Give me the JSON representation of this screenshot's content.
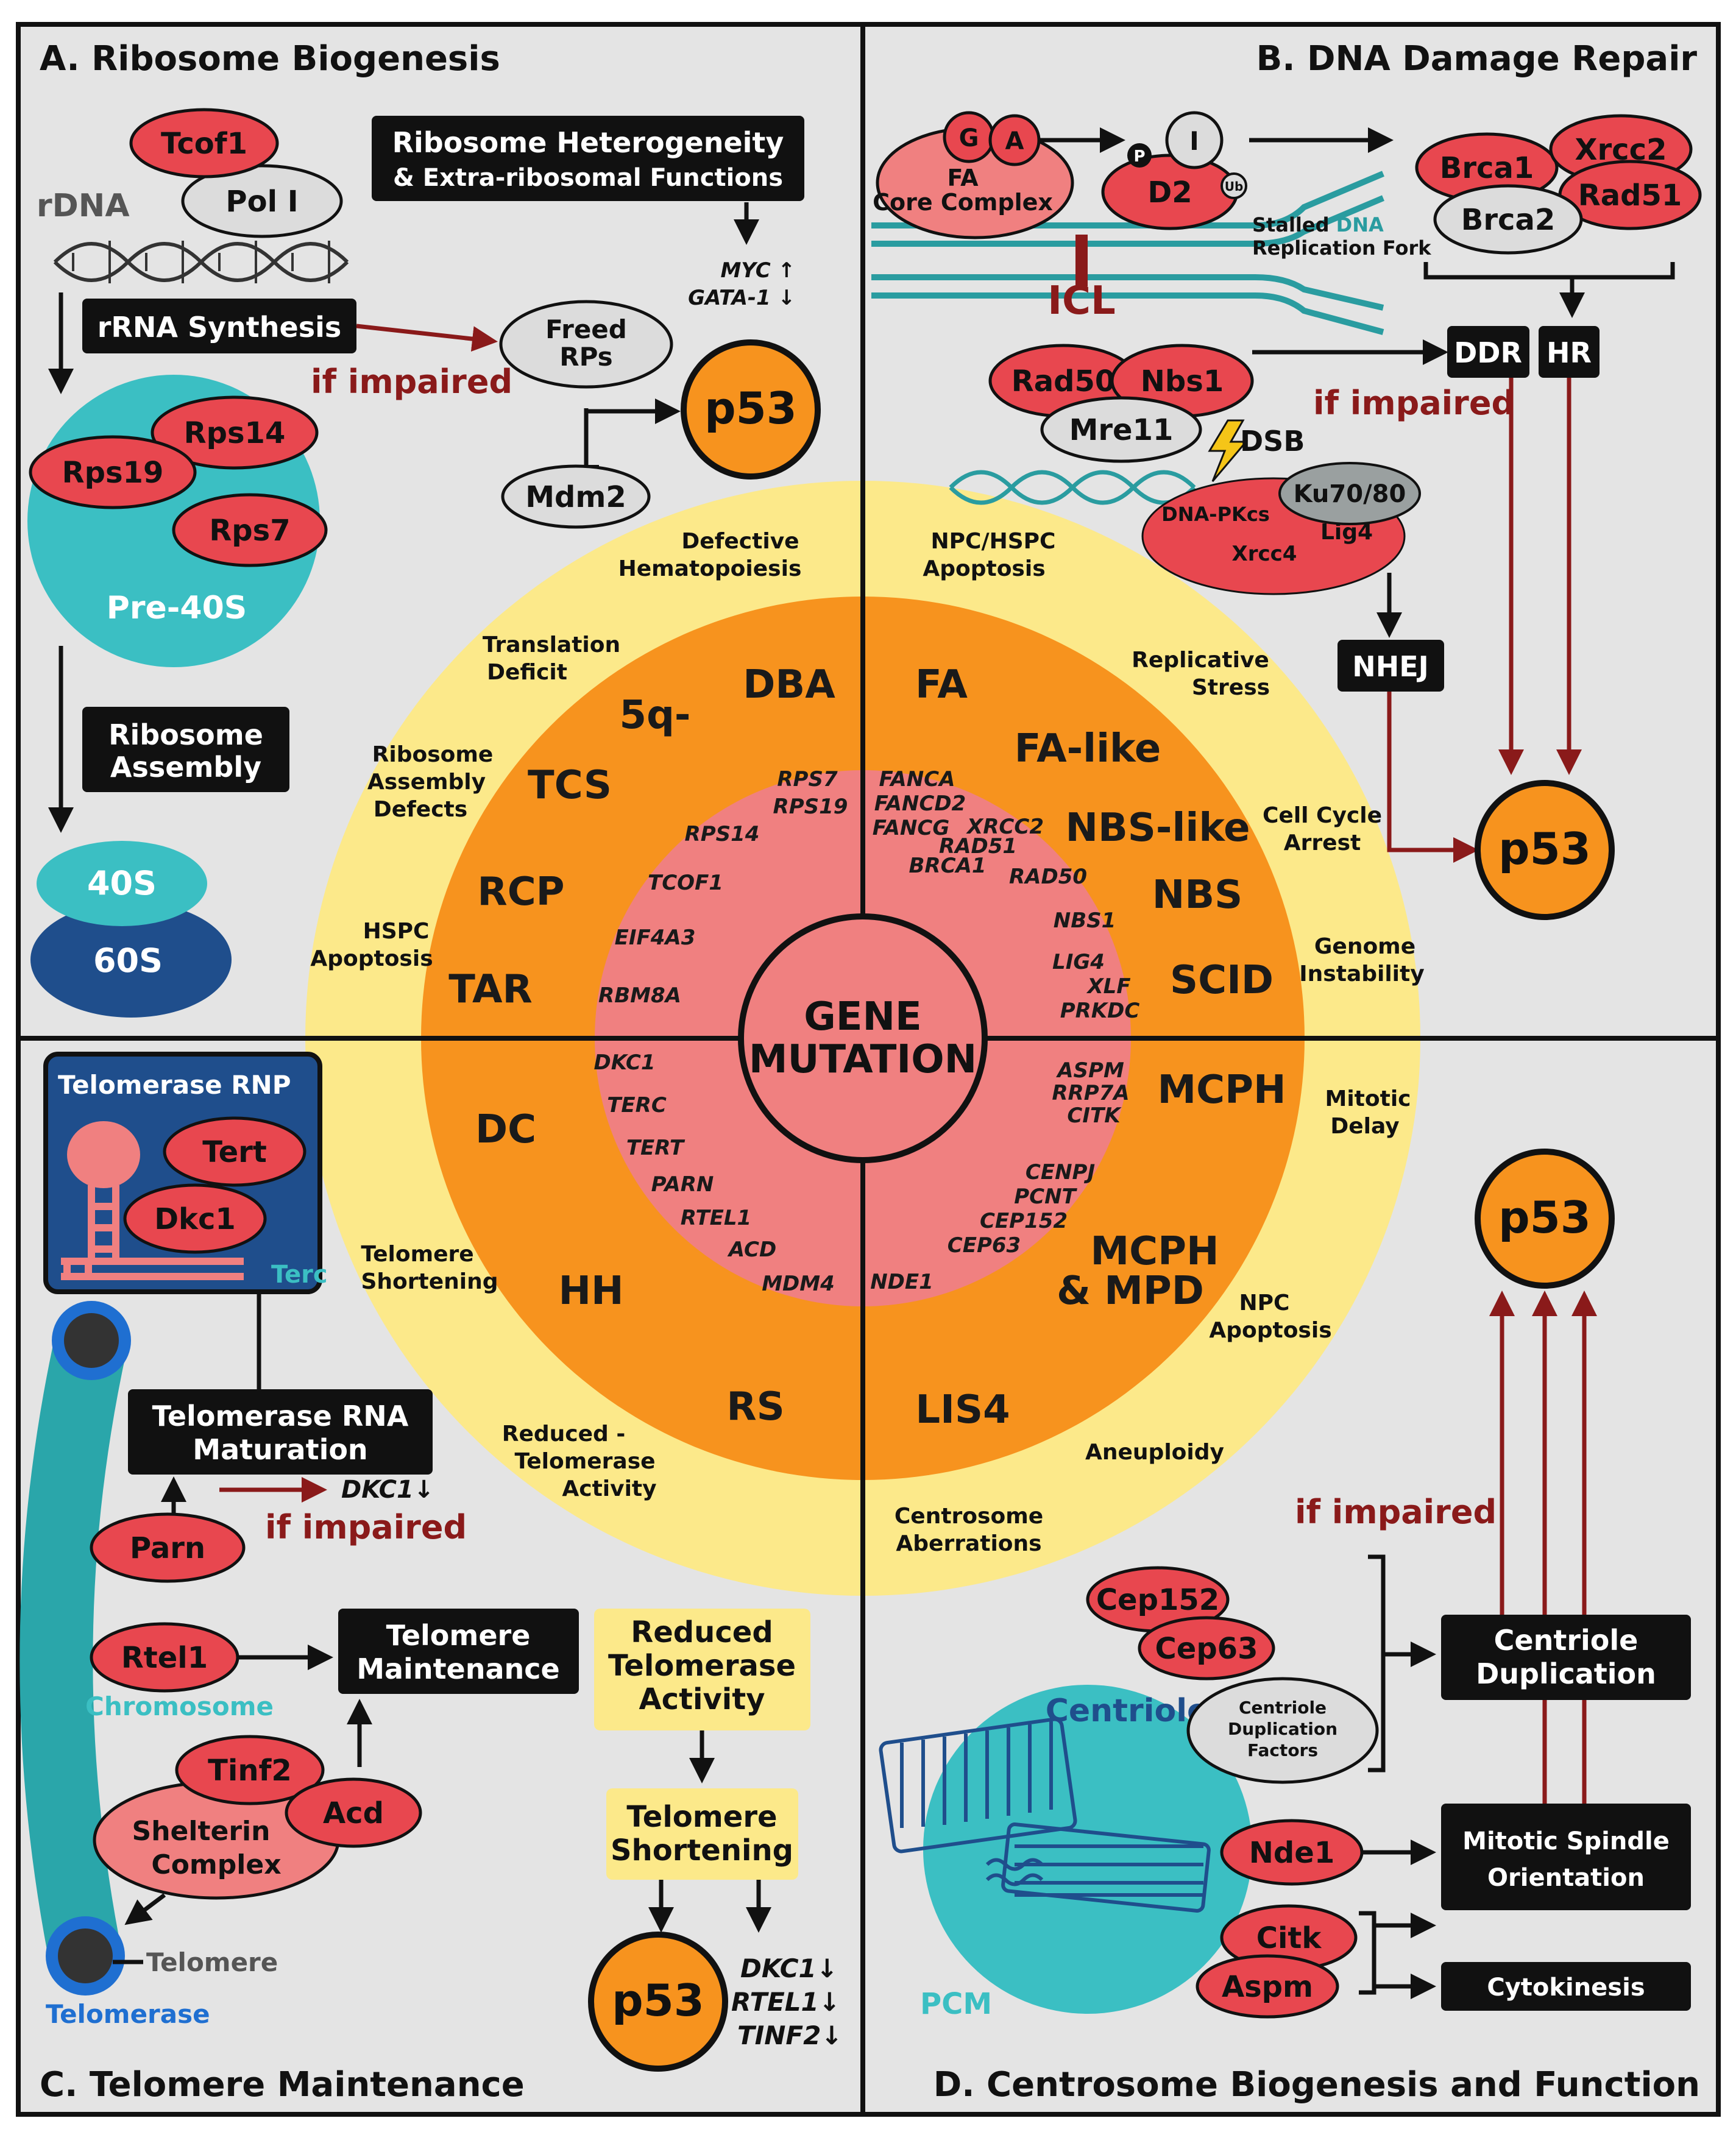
{
  "panels": {
    "a_title": "A. Ribosome Biogenesis",
    "b_title": "B. DNA Damage Repair",
    "c_title": "C. Telomere Maintenance",
    "d_title": "D. Centrosome Biogenesis and Function"
  },
  "panel_a": {
    "tcof1": "Tcof1",
    "pol1": "Pol I",
    "rdna": "rDNA",
    "hetero_line1": "Ribosome Heterogeneity",
    "hetero_line2": "& Extra-ribosomal Functions",
    "myc": "MYC ↑",
    "gata": "GATA-1 ↓",
    "rrna": "rRNA Synthesis",
    "if_impaired": "if impaired",
    "freed1": "Freed",
    "freed2": "RPs",
    "p53": "p53",
    "mdm2": "Mdm2",
    "rps14": "Rps14",
    "rps19": "Rps19",
    "rps7": "Rps7",
    "pre40s": "Pre-40S",
    "assembly1": "Ribosome",
    "assembly2": "Assembly",
    "s40": "40S",
    "s60": "60S"
  },
  "panel_b": {
    "g": "G",
    "a": "A",
    "p": "P",
    "i": "I",
    "d2": "D2",
    "ub": "Ub",
    "fa1": "FA",
    "fa2": "Core Complex",
    "brca1": "Brca1",
    "xrcc2": "Xrcc2",
    "rad51": "Rad51",
    "brca2": "Brca2",
    "stalled1": "Stalled ",
    "stalled_dna": "DNA",
    "stalled2": "Replication Fork",
    "icl": "ICL",
    "ddr": "DDR",
    "hr": "HR",
    "rad50": "Rad50",
    "nbs1": "Nbs1",
    "mre11": "Mre11",
    "if_impaired": "if impaired",
    "dsb": "DSB",
    "ku": "Ku70/80",
    "dnapk": "DNA-PKcs",
    "lig4": "Lig4",
    "xrcc4": "Xrcc4",
    "nhej": "NHEJ",
    "p53": "p53"
  },
  "panel_c": {
    "rnp": "Telomerase RNP",
    "tert": "Tert",
    "dkc1": "Dkc1",
    "terc": "Terc",
    "maturation1": "Telomerase RNA",
    "maturation2": "Maturation",
    "dkc1_down": "DKC1↓",
    "parn": "Parn",
    "if_impaired": "if impaired",
    "rtel1": "Rtel1",
    "maint1": "Telomere",
    "maint2": "Maintenance",
    "chromosome": "Chromosome",
    "tinf2": "Tinf2",
    "acd": "Acd",
    "shelterin1": "Shelterin",
    "shelterin2": "Complex",
    "telomere": "Telomere",
    "telomerase": "Telomerase",
    "reduced1": "Reduced",
    "reduced2": "Telomerase",
    "reduced3": "Activity",
    "short1": "Telomere",
    "short2": "Shortening",
    "p53": "p53",
    "g1": "DKC1↓",
    "g2": "RTEL1↓",
    "g3": "TINF2↓"
  },
  "panel_d": {
    "p53": "p53",
    "if_impaired": "if impaired",
    "cep152": "Cep152",
    "cep63": "Cep63",
    "cdf1": "Centriole",
    "cdf2": "Duplication",
    "cdf3": "Factors",
    "centrioles": "Centrioles",
    "cd1": "Centriole",
    "cd2": "Duplication",
    "nde1": "Nde1",
    "mso1": "Mitotic Spindle",
    "mso2": "Orientation",
    "citk": "Citk",
    "aspm": "Aspm",
    "cytokinesis": "Cytokinesis",
    "pcm": "PCM"
  },
  "center": {
    "line1": "GENE",
    "line2": "MUTATION",
    "yellow": {
      "defective1": "Defective",
      "defective2": "Hematopoiesis",
      "translation1": "Translation",
      "translation2": "Deficit",
      "rad1": "Ribosome",
      "rad2": "Assembly",
      "rad3": "Defects",
      "hspc1": "HSPC",
      "hspc2": "Apoptosis",
      "npc1": "NPC/HSPC",
      "npc2": "Apoptosis",
      "repl1": "Replicative",
      "repl2": "Stress",
      "cca1": "Cell Cycle",
      "cca2": "Arrest",
      "gi1": "Genome",
      "gi2": "Instability",
      "tel1": "Telomere",
      "tel2": "Shortening",
      "rta1": "Reduced -",
      "rta2": "Telomerase",
      "rta3": "Activity",
      "md1": "Mitotic",
      "md2": "Delay",
      "npca1": "NPC",
      "npca2": "Apoptosis",
      "aneu": "Aneuploidy",
      "ca1": "Centrosome",
      "ca2": "Aberrations"
    },
    "diseases": {
      "dba": "DBA",
      "q5": "5q-",
      "tcs": "TCS",
      "rcp": "RCP",
      "tar": "TAR",
      "fa": "FA",
      "falike": "FA-like",
      "nbslike": "NBS-like",
      "nbs": "NBS",
      "scid": "SCID",
      "dc": "DC",
      "hh": "HH",
      "rs": "RS",
      "mcph": "MCPH",
      "mcph2a": "MCPH",
      "mcph2b": "& MPD",
      "lis4": "LIS4"
    },
    "genes": {
      "rps7": "RPS7",
      "rps19": "RPS19",
      "rps14": "RPS14",
      "tcof1": "TCOF1",
      "eif4a3": "EIF4A3",
      "rbm8a": "RBM8A",
      "fanca": "FANCA",
      "fancd2": "FANCD2",
      "fancg": "FANCG",
      "xrcc2": "XRCC2",
      "rad51": "RAD51",
      "brca1": "BRCA1",
      "rad50": "RAD50",
      "nbs1": "NBS1",
      "lig4": "LIG4",
      "xlf": "XLF",
      "prkdc": "PRKDC",
      "dkc1": "DKC1",
      "terc": "TERC",
      "tert": "TERT",
      "parn": "PARN",
      "rtel1": "RTEL1",
      "acd": "ACD",
      "mdm4": "MDM4",
      "aspm": "ASPM",
      "rrp7a": "RRP7A",
      "citk": "CITK",
      "cenpj": "CENPJ",
      "pcnt": "PCNT",
      "cep152": "CEP152",
      "cep63": "CEP63",
      "nde1": "NDE1"
    }
  },
  "colors": {
    "red_protein": "#e8474f",
    "grey_protein": "#dcdcdc",
    "teal": "#3bbfc3",
    "navy": "#1f4e8c",
    "orange": "#f7931e",
    "yellow": "#fce98a",
    "pink": "#f08080",
    "dark_red": "#8a1a1a",
    "black_box": "#111111"
  }
}
